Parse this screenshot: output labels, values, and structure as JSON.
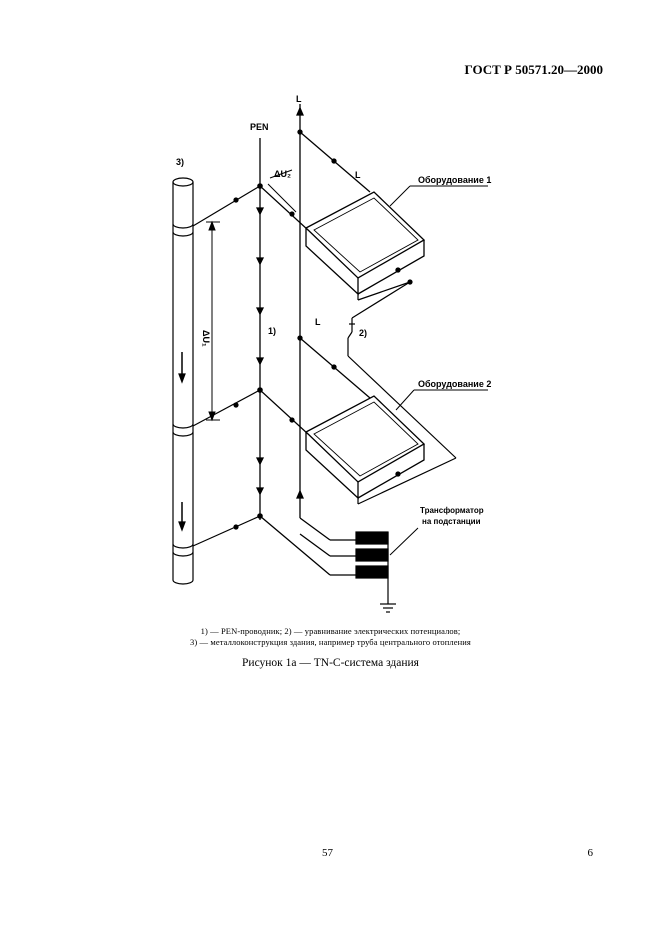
{
  "header": {
    "standard": "ГОСТ Р 50571.20—2000"
  },
  "diagram": {
    "label_L_top": "L",
    "label_PEN": "PEN",
    "label_3": "3)",
    "label_dU2": "ΔU₂",
    "label_L_1": "L",
    "label_equipment_1": "Оборудование 1",
    "label_dU1": "ΔU₁",
    "label_1": "1)",
    "label_L_2": "L",
    "label_2": "2)",
    "label_equipment_2": "Оборудование 2",
    "label_transformer_line1": "Трансформатор",
    "label_transformer_line2": "на подстанции"
  },
  "legend": {
    "line1": "1) — PEN-проводник; 2) — уравнивание электрических потенциалов;",
    "line2": "3) — металлоконструкция здания, например труба центрального отопления"
  },
  "caption": "Рисунок 1а — TN-C-система здания",
  "footer": {
    "page_number": "57",
    "section_number": "6"
  }
}
